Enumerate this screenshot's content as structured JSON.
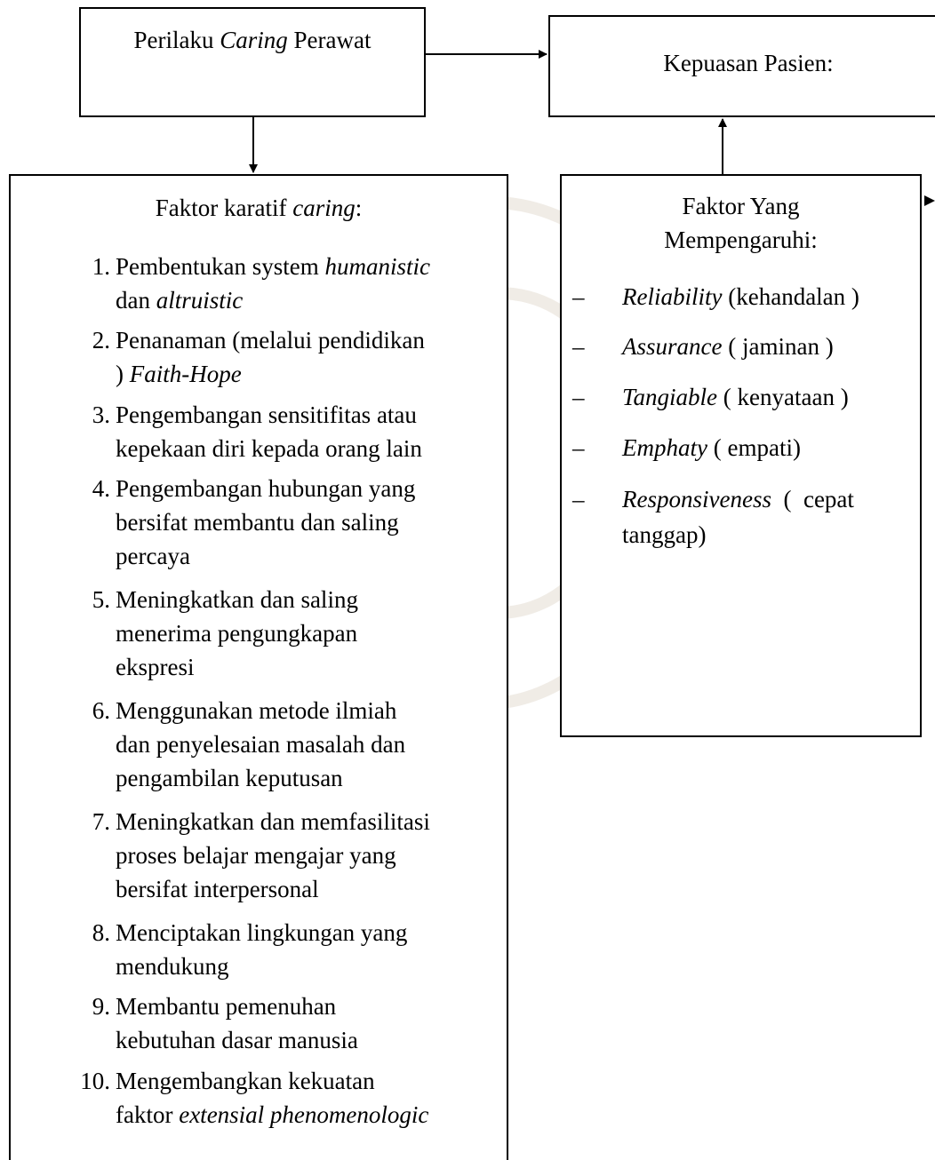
{
  "perilaku": {
    "prefix": "Perilaku ",
    "italic": "Caring",
    "suffix": " Perawat"
  },
  "kepuasan": {
    "title": "Kepuasan Pasien:"
  },
  "karatif": {
    "prefix": "Faktor karatif ",
    "italic": "caring",
    "suffix": ":",
    "items": [
      {
        "num": "1.",
        "line1": "Pembentukan system ",
        "line1_i": "humanistic",
        "line2": "dan ",
        "line2_i": "altruistic"
      },
      {
        "num": "2.",
        "line1": "Penanaman (melalui pendidikan",
        "line2": ") ",
        "line2_i": "Faith-Hope"
      },
      {
        "num": "3.",
        "line1": "Pengembangan sensitifitas atau",
        "line2": "kepekaan diri kepada orang lain"
      },
      {
        "num": "4.",
        "line1": "Pengembangan hubungan yang",
        "line2": "bersifat membantu dan saling",
        "line3": "percaya"
      },
      {
        "num": "5.",
        "line1": "Meningkatkan dan saling",
        "line2": "menerima pengungkapan",
        "line3": "ekspresi"
      },
      {
        "num": "6.",
        "line1": "Menggunakan metode ilmiah",
        "line2": "dan penyelesaian masalah dan",
        "line3": "pengambilan keputusan"
      },
      {
        "num": "7.",
        "line1": "Meningkatkan dan memfasilitasi",
        "line2": "proses belajar mengajar yang",
        "line3": "bersifat interpersonal"
      },
      {
        "num": "8.",
        "line1": "Menciptakan lingkungan yang",
        "line2": "mendukung"
      },
      {
        "num": "9.",
        "line1": "Membantu pemenuhan",
        "line2": "kebutuhan dasar manusia"
      },
      {
        "num": "10.",
        "line1": "Mengembangkan kekuatan",
        "line2": "faktor ",
        "line2_i": "extensial phenomenologic"
      }
    ]
  },
  "faktor": {
    "title_line1": "Faktor Yang",
    "title_line2": "Mempengaruhi:",
    "dash": "–",
    "items": [
      {
        "italic": "Reliability",
        "rest": " (kehandalan )"
      },
      {
        "italic": "Assurance",
        "rest": " ( jaminan )"
      },
      {
        "italic": "Tangiable",
        "rest": " ( kenyataan )"
      },
      {
        "italic": "Emphaty",
        "rest": " ( empati)"
      },
      {
        "italic": "Responsiveness",
        "rest": "  (  cepat",
        "line2": "tanggap)"
      }
    ]
  }
}
